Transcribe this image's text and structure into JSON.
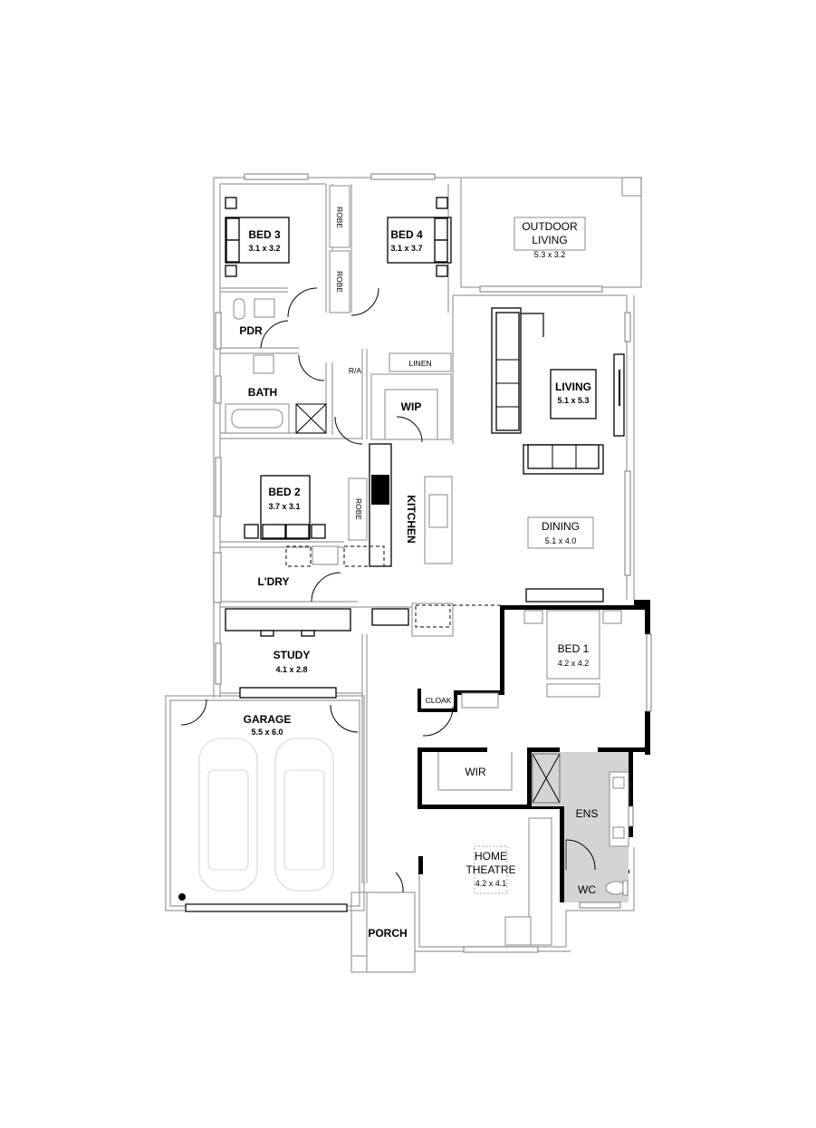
{
  "plan": {
    "rooms": [
      {
        "id": "bed3",
        "label": "BED 3",
        "dims": "3.1 x 3.2"
      },
      {
        "id": "bed4",
        "label": "BED 4",
        "dims": "3.1 x 3.7"
      },
      {
        "id": "robe_a",
        "label": "ROBE"
      },
      {
        "id": "robe_b",
        "label": "ROBE"
      },
      {
        "id": "outdoor",
        "label_line1": "OUTDOOR",
        "label_line2": "LIVING",
        "dims": "5.3 x 3.2"
      },
      {
        "id": "pdr",
        "label": "PDR"
      },
      {
        "id": "bath",
        "label": "BATH"
      },
      {
        "id": "linen",
        "label": "LINEN"
      },
      {
        "id": "wip",
        "label": "WIP"
      },
      {
        "id": "living",
        "label": "LIVING",
        "dims": "5.1 x 5.3"
      },
      {
        "id": "bed2",
        "label": "BED 2",
        "dims": "3.7 x 3.1"
      },
      {
        "id": "robe_c",
        "label": "ROBE"
      },
      {
        "id": "kitchen",
        "label": "KITCHEN"
      },
      {
        "id": "dining",
        "label": "DINING",
        "dims": "5.1 x 4.0"
      },
      {
        "id": "ldry",
        "label": "L'DRY"
      },
      {
        "id": "study",
        "label": "STUDY",
        "dims": "4.1 x 2.8"
      },
      {
        "id": "bed1",
        "label": "BED 1",
        "dims": "4.2 x 4.2"
      },
      {
        "id": "cloak",
        "label": "CLOAK"
      },
      {
        "id": "garage",
        "label": "GARAGE",
        "dims": "5.5 x 6.0"
      },
      {
        "id": "wir",
        "label": "WIR"
      },
      {
        "id": "ens",
        "label": "ENS"
      },
      {
        "id": "home_theatre",
        "label_line1": "HOME",
        "label_line2": "THEATRE",
        "dims": "4.2 x 4.1"
      },
      {
        "id": "wc",
        "label": "WC"
      },
      {
        "id": "porch",
        "label": "PORCH"
      }
    ],
    "annotations": {
      "return_air": "R/A"
    },
    "colors": {
      "wall_light": "#9a9a9a",
      "wall_heavy": "#000000",
      "ensuite_fill": "#d4d4d4",
      "car_outline": "#d6d6d6",
      "background": "#ffffff"
    }
  }
}
